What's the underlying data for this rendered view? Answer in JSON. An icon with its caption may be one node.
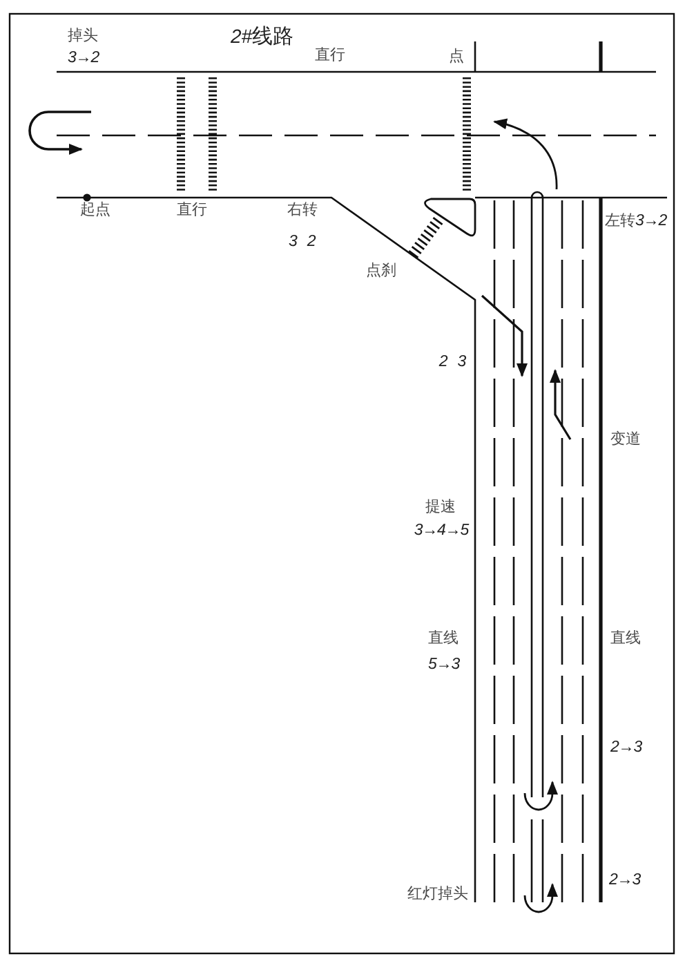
{
  "diagram": {
    "title": "2#线路",
    "labels": [
      "掉头",
      "3→2",
      "直行",
      "点",
      "起点",
      "直行",
      "右转",
      "左转3→2",
      "3 2",
      "点刹",
      "2 3",
      "变道",
      "提速",
      "3→4→5",
      "直线",
      "直线",
      "5→3",
      "2→3",
      "红灯掉头",
      "2→3"
    ]
  }
}
